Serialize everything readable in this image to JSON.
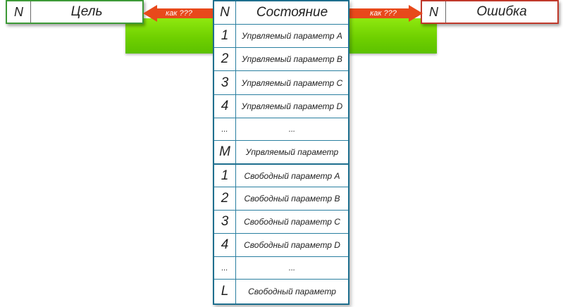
{
  "goal_box": {
    "n": "N",
    "title": "Цель"
  },
  "error_box": {
    "n": "N",
    "title": "Ошибка"
  },
  "arrow_left": {
    "label": "как ???"
  },
  "arrow_right": {
    "label": "как ???"
  },
  "colors": {
    "green": "#6fd000",
    "arrow": "#e8491b",
    "goal_border": "#3d9a37",
    "error_border": "#c0392b",
    "table_border": "#1e6f8e"
  },
  "state_table": {
    "header": {
      "n": "N",
      "title": "Состояние"
    },
    "controlled": [
      {
        "n": "1",
        "label": "Упрвляемый параметр A"
      },
      {
        "n": "2",
        "label": "Упрвляемый параметр B"
      },
      {
        "n": "3",
        "label": "Упрвляемый параметр C"
      },
      {
        "n": "4",
        "label": "Упрвляемый параметр D"
      },
      {
        "n": "...",
        "label": "..."
      },
      {
        "n": "M",
        "label": "Упрвляемый параметр"
      }
    ],
    "free": [
      {
        "n": "1",
        "label": "Свободный параметр A"
      },
      {
        "n": "2",
        "label": "Свободный параметр B"
      },
      {
        "n": "3",
        "label": "Свободный параметр C"
      },
      {
        "n": "4",
        "label": "Свободный параметр D"
      },
      {
        "n": "...",
        "label": "..."
      },
      {
        "n": "L",
        "label": "Свободный параметр"
      }
    ]
  }
}
